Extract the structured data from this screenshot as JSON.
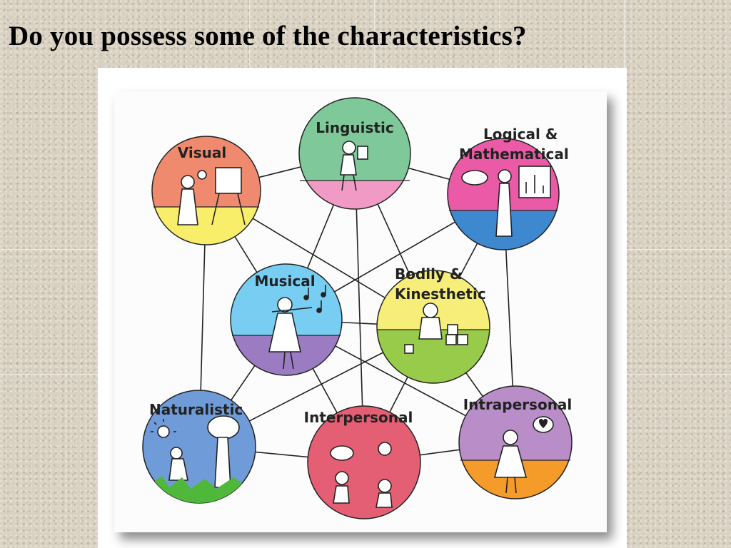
{
  "title": "Do you possess some of the characteristics?",
  "diagram": {
    "nodes": [
      {
        "id": "linguistic",
        "label": "Linguistic",
        "top_color": "#7fc89a",
        "bottom_color": "#f29ac6"
      },
      {
        "id": "visual",
        "label": "Visual",
        "top_color": "#ef8a6e",
        "bottom_color": "#f8ee6a"
      },
      {
        "id": "logical",
        "label1": "Logical &",
        "label2": "Mathematical",
        "top_color": "#ea5aa7",
        "bottom_color": "#3e88d0"
      },
      {
        "id": "musical",
        "label": "Musical",
        "top_color": "#78cdf2",
        "bottom_color": "#9b7cc3"
      },
      {
        "id": "bodily",
        "label1": "Bodily &",
        "label2": "Kinesthetic",
        "top_color": "#f7ee7a",
        "bottom_color": "#98cb4a"
      },
      {
        "id": "naturalistic",
        "label": "Naturalistic",
        "top_color": "#6f9bd8",
        "bottom_color": "#6f9bd8"
      },
      {
        "id": "interpersonal",
        "label": "Interpersonal",
        "top_color": "#e55f74",
        "bottom_color": "#e55f74"
      },
      {
        "id": "intrapersonal",
        "label": "Intrapersonal",
        "top_color": "#b98ec8",
        "bottom_color": "#f59b2a"
      }
    ]
  }
}
